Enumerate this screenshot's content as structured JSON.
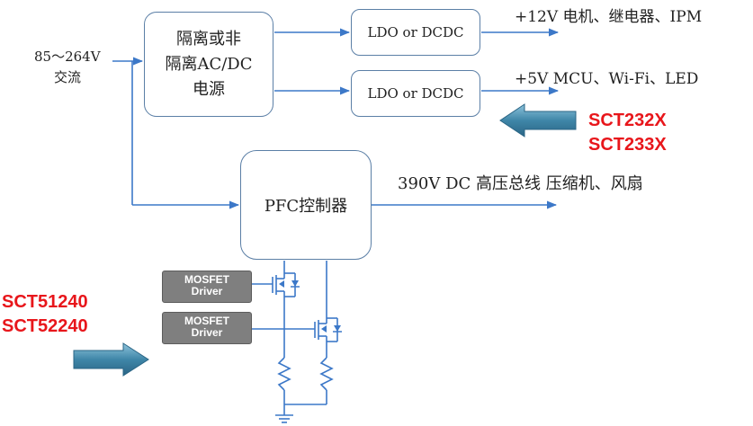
{
  "input": {
    "voltage": "85～264V",
    "type": "交流"
  },
  "isolated_supply": {
    "line1": "隔离或非",
    "line2": "隔离AC/DC",
    "line3": "电源"
  },
  "regulators": [
    {
      "label": "LDO or DCDC",
      "output": "+12V  电机、继电器、IPM"
    },
    {
      "label": "LDO or DCDC",
      "output": "+5V  MCU、Wi-Fi、LED"
    }
  ],
  "pfc": {
    "label": "PFC控制器",
    "output": "390V DC  高压总线  压缩机、风扇"
  },
  "callouts": {
    "top_parts": [
      "SCT232X",
      "SCT233X"
    ],
    "bottom_parts": [
      "SCT51240",
      "SCT52240"
    ]
  },
  "drivers": [
    {
      "line1": "MOSFET",
      "line2": "Driver"
    },
    {
      "line1": "MOSFET",
      "line2": "Driver"
    }
  ],
  "colors": {
    "line": "#3c78c8",
    "box_border": "#5b7fa6",
    "callout_text": "#e8161b",
    "arrow_fill": "#3f86a8",
    "driver_fill": "#7f7f7f"
  }
}
